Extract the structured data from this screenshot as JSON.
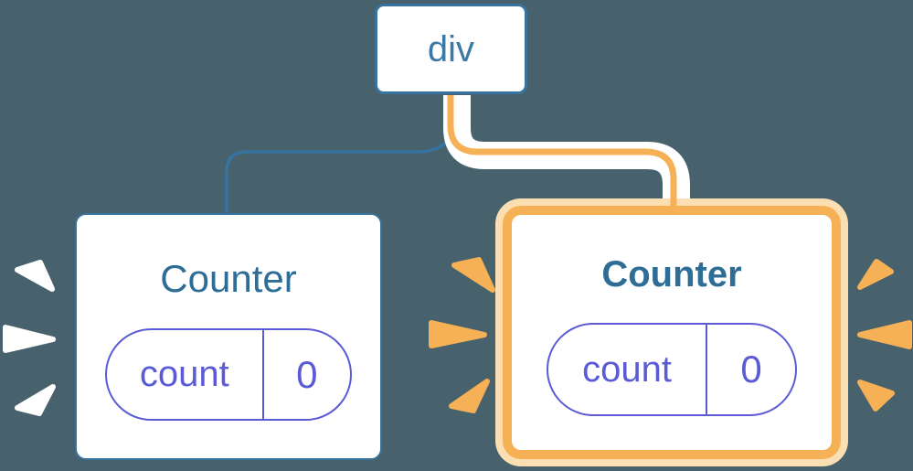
{
  "diagram": {
    "description": "React component tree: a div parent with two Counter children holding independent count state; right Counter highlighted as re-rendering",
    "root_node": {
      "label": "div"
    },
    "counters": [
      {
        "title": "Counter",
        "state_key": "count",
        "state_value": "0",
        "highlighted": false
      },
      {
        "title": "Counter",
        "state_key": "count",
        "state_value": "0",
        "highlighted": true
      }
    ],
    "edges": [
      {
        "from": "div",
        "to": "counter-left",
        "style": "thin-blue"
      },
      {
        "from": "div",
        "to": "counter-right",
        "style": "white-band-orange-core"
      }
    ]
  },
  "colors": {
    "background": "#48626D",
    "blue_stroke": "#36739F",
    "node_text_blue": "#3B79A6",
    "title_blue": "#2E6E96",
    "purple": "#5B5BD6",
    "orange": "#F6B055",
    "orange_glow": "#FBDFB2",
    "card_background": "#FFFFFF"
  }
}
